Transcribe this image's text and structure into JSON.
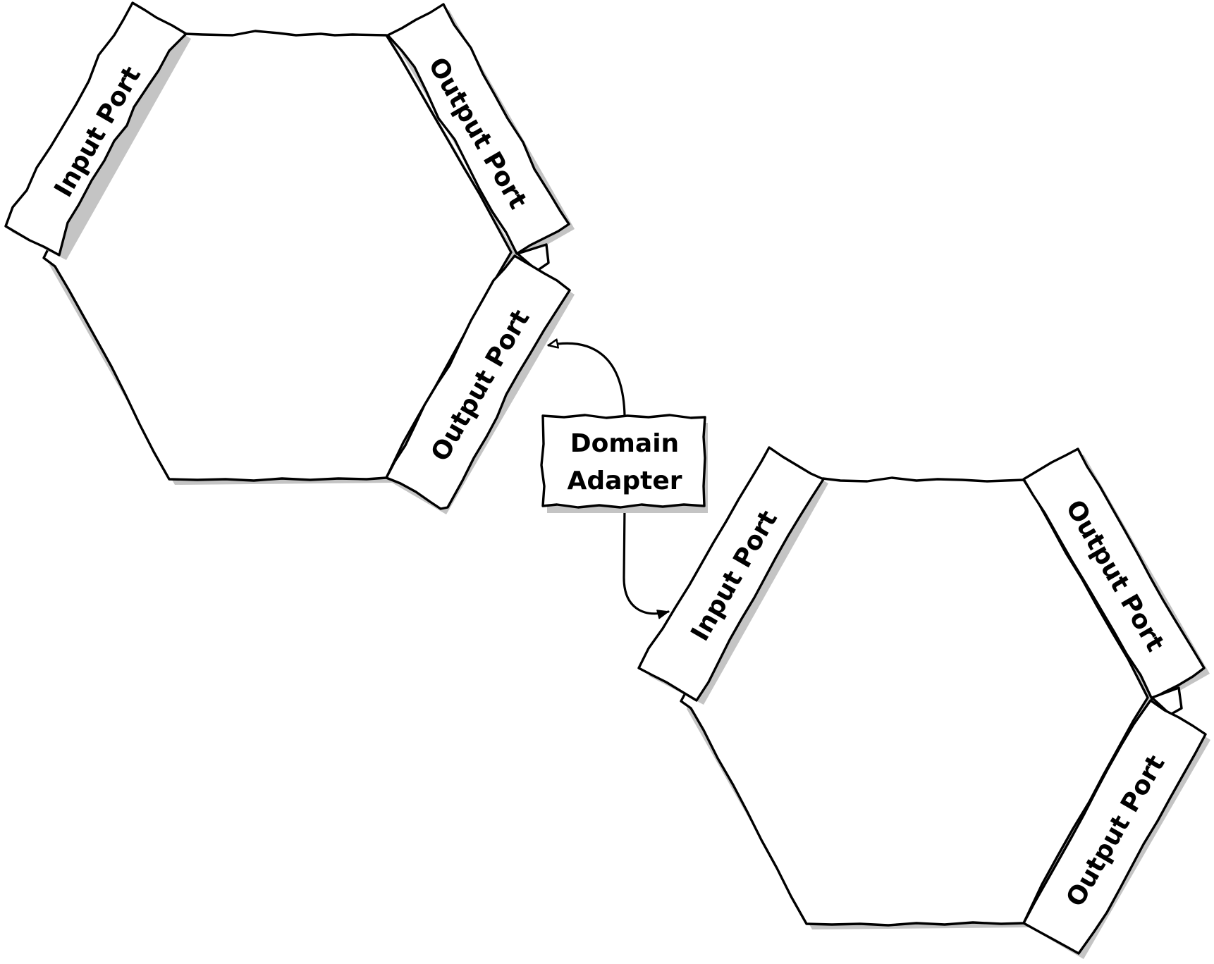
{
  "diagram": {
    "hexagons": [
      {
        "ports": {
          "input": "Input Port",
          "output_top": "Output Port",
          "output_bottom": "Output Port"
        }
      },
      {
        "ports": {
          "input": "Input Port",
          "output_top": "Output Port",
          "output_bottom": "Output Port"
        }
      }
    ],
    "adapter": {
      "line1": "Domain",
      "line2": "Adapter"
    },
    "colors": {
      "stroke": "#000000",
      "fill": "#ffffff",
      "shadow": "#c4c4c4"
    }
  }
}
